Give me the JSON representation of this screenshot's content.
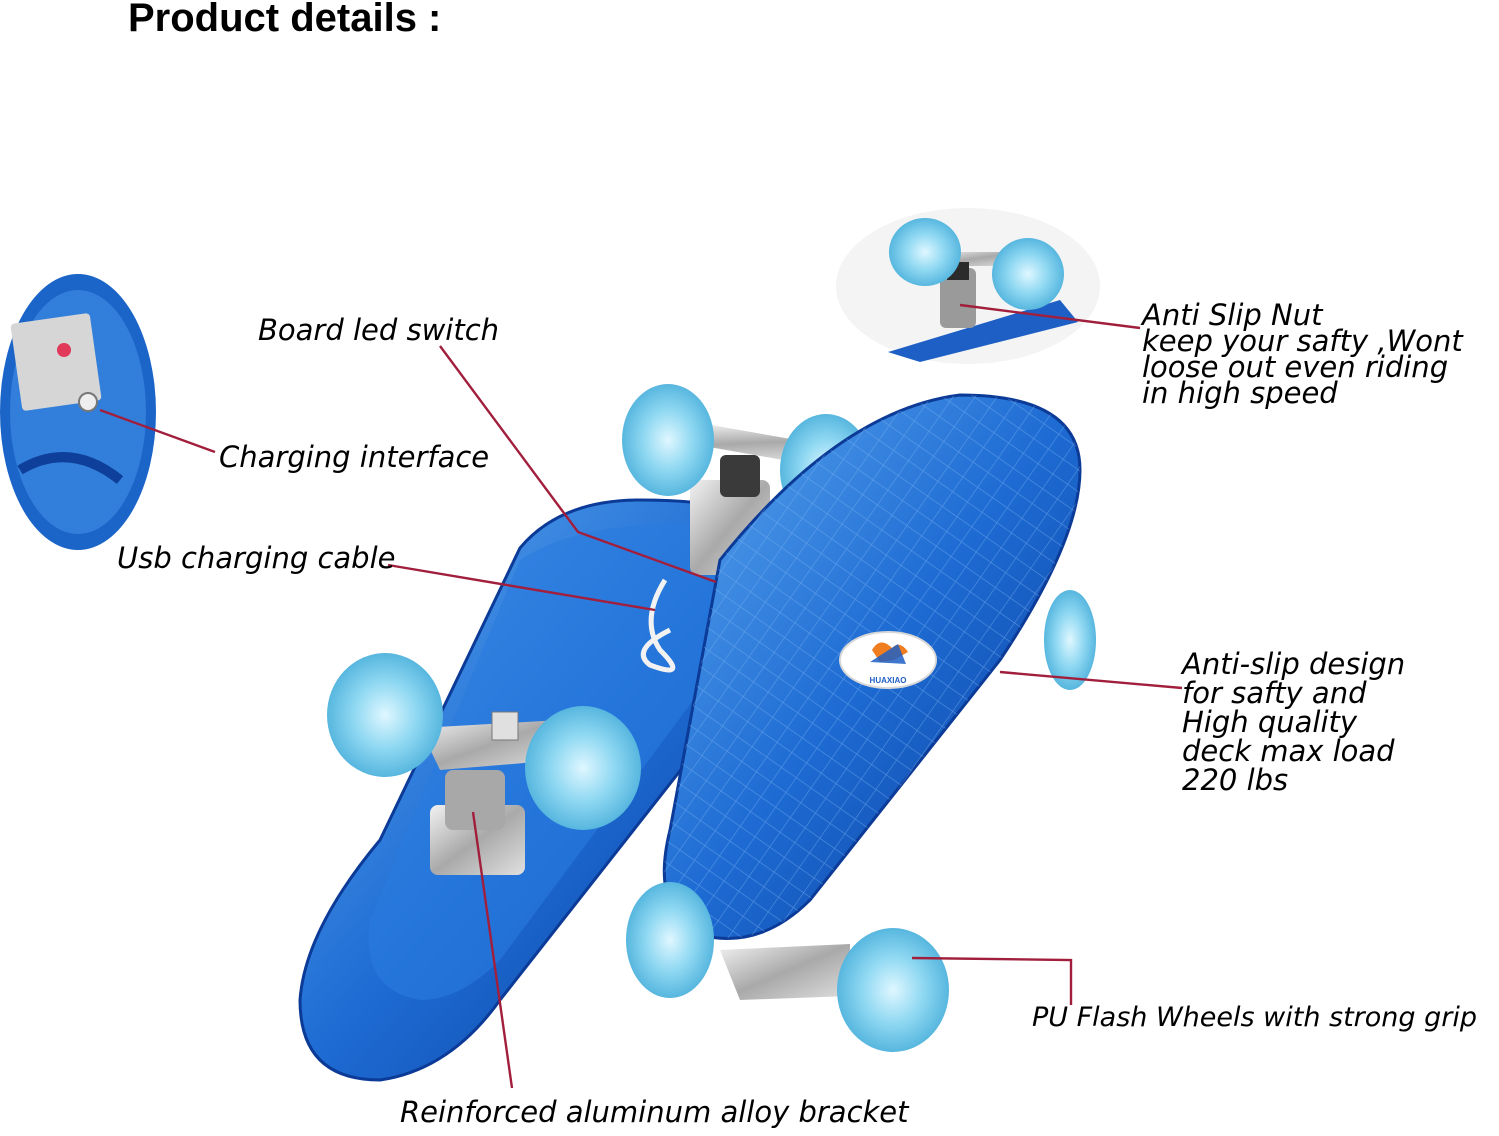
{
  "page": {
    "title": "Product details :"
  },
  "brand": {
    "logo_text": "HUAXIAO"
  },
  "callouts": {
    "board_led_switch": "Board led switch",
    "charging_interface": "Charging interface",
    "usb_cable": "Usb charging cable",
    "anti_slip_nut": {
      "line1": "Anti Slip Nut",
      "line2": "keep your safty ,Wont",
      "line3": "loose out even riding",
      "line4": "in high speed"
    },
    "anti_slip_design": {
      "line1": "Anti-slip design",
      "line2": "for safty  and",
      "line3": "High quality",
      "line4": "deck max load",
      "line5": "220 lbs"
    },
    "pu_wheels": "PU Flash Wheels with strong grip",
    "bracket": "Reinforced aluminum alloy bracket"
  },
  "colors": {
    "deck_blue": "#1f6fd6",
    "deck_dark": "#0d3f9c",
    "wheel_blue": "#7cd2f0",
    "wheel_light": "#b9ecfb",
    "metal": "#c8c8c8",
    "pointer_line": "#a11f3c"
  }
}
